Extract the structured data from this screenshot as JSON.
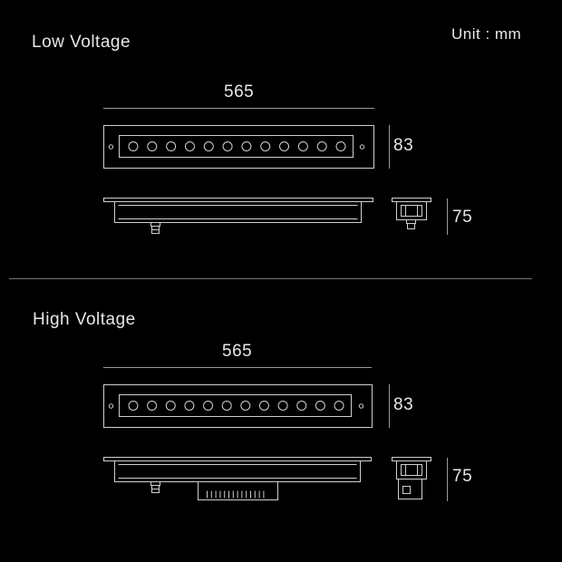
{
  "unit_label": "Unit : mm",
  "sections": [
    {
      "title": "Low Voltage",
      "length": "565",
      "width": "83",
      "height": "75",
      "led_count": 12
    },
    {
      "title": "High Voltage",
      "length": "565",
      "width": "83",
      "height": "75",
      "led_count": 12
    }
  ]
}
